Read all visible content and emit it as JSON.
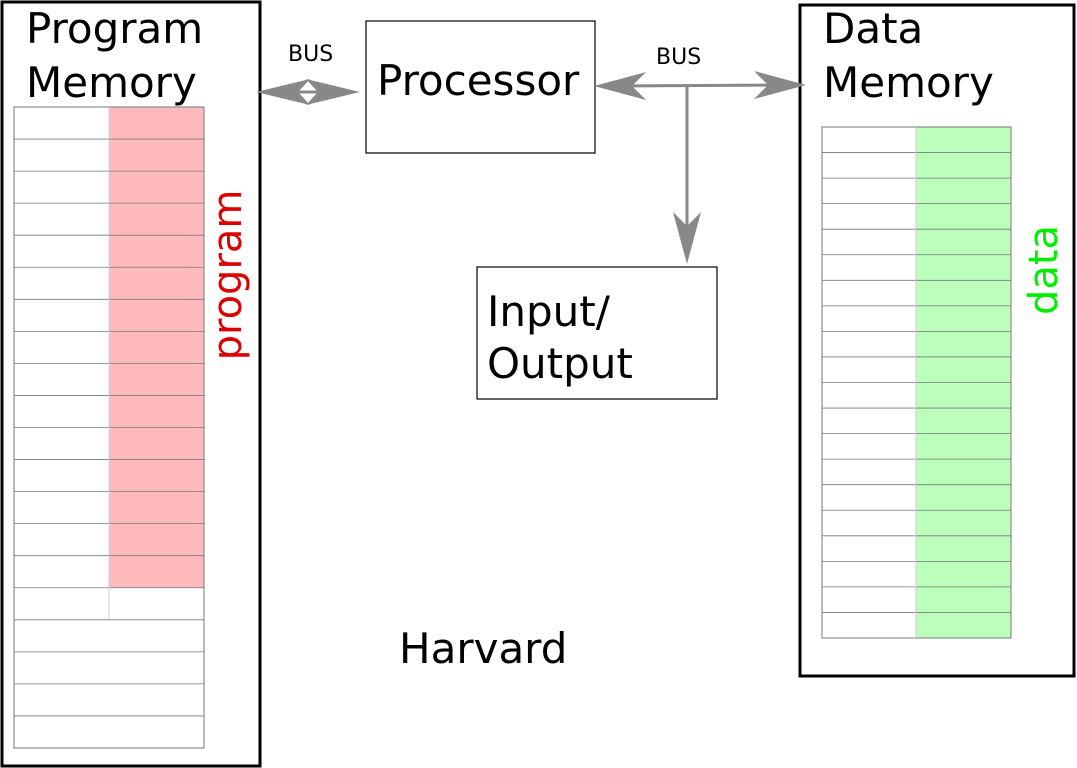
{
  "program_memory": {
    "title_line1": "Program",
    "title_line2": "Memory",
    "side_label": "program",
    "row_count": 20,
    "filled_rows": 15,
    "fill_color": "#ffbbbb",
    "label_color": "#dd0000"
  },
  "data_memory": {
    "title_line1": "Data",
    "title_line2": "Memory",
    "side_label": "data",
    "row_count": 20,
    "filled_rows": 20,
    "fill_color": "#bbffbb",
    "label_color": "#00ee00"
  },
  "processor": {
    "label": "Processor"
  },
  "io": {
    "line1": "Input/",
    "line2": "Output"
  },
  "bus_left": {
    "label": "BUS"
  },
  "bus_right": {
    "label": "BUS"
  },
  "caption": "Harvard",
  "colors": {
    "arrow": "#888888",
    "border": "#000000",
    "grid_line": "#777777"
  }
}
